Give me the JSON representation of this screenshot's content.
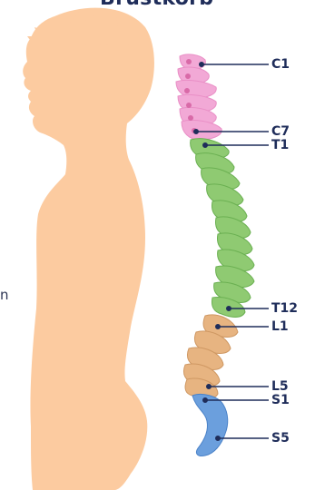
{
  "title": "Brustkorb",
  "side_text": "n",
  "labels": {
    "c1": "C1",
    "c7": "C7",
    "t1": "T1",
    "t12": "T12",
    "l1": "L1",
    "l5": "L5",
    "s1": "S1",
    "s5": "S5"
  },
  "colors": {
    "body": "#fccba0",
    "cervical": "#f2a9d6",
    "thoracic": "#8fca72",
    "lumbar": "#e7b481",
    "sacral": "#6b9fdd",
    "leader_line": "#1f2d5a"
  }
}
